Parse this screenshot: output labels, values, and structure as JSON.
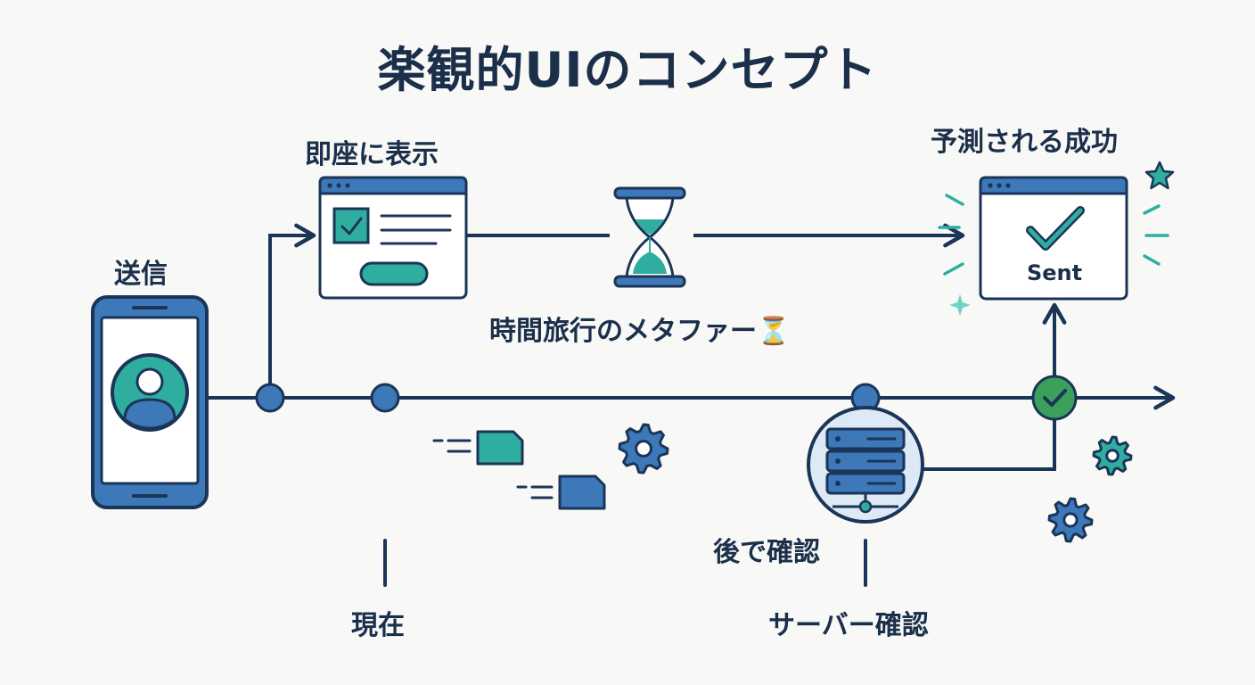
{
  "title": "楽観的UIのコンセプト",
  "labels": {
    "send": "送信",
    "instant_display": "即座に表示",
    "predicted_success": "予測される成功",
    "time_travel_metaphor": "時間旅行のメタファー⏳",
    "sent": "Sent",
    "confirm_later": "後で確認",
    "now": "現在",
    "server_confirmation": "サーバー確認"
  },
  "colors": {
    "navy": "#1b3558",
    "blue": "#3d78b8",
    "light_blue": "#dde9f5",
    "teal": "#2faea0",
    "light_teal": "#d8f0ec",
    "green": "#3aa05a",
    "background": "#f8f9f7"
  },
  "icons": {
    "phone": "smartphone-icon",
    "avatar": "user-avatar-icon",
    "hourglass": "hourglass-icon",
    "server": "server-icon",
    "check": "checkmark-icon",
    "gear": "gear-icon",
    "document": "document-icon",
    "star": "star-icon",
    "sparkle": "sparkle-icon"
  }
}
